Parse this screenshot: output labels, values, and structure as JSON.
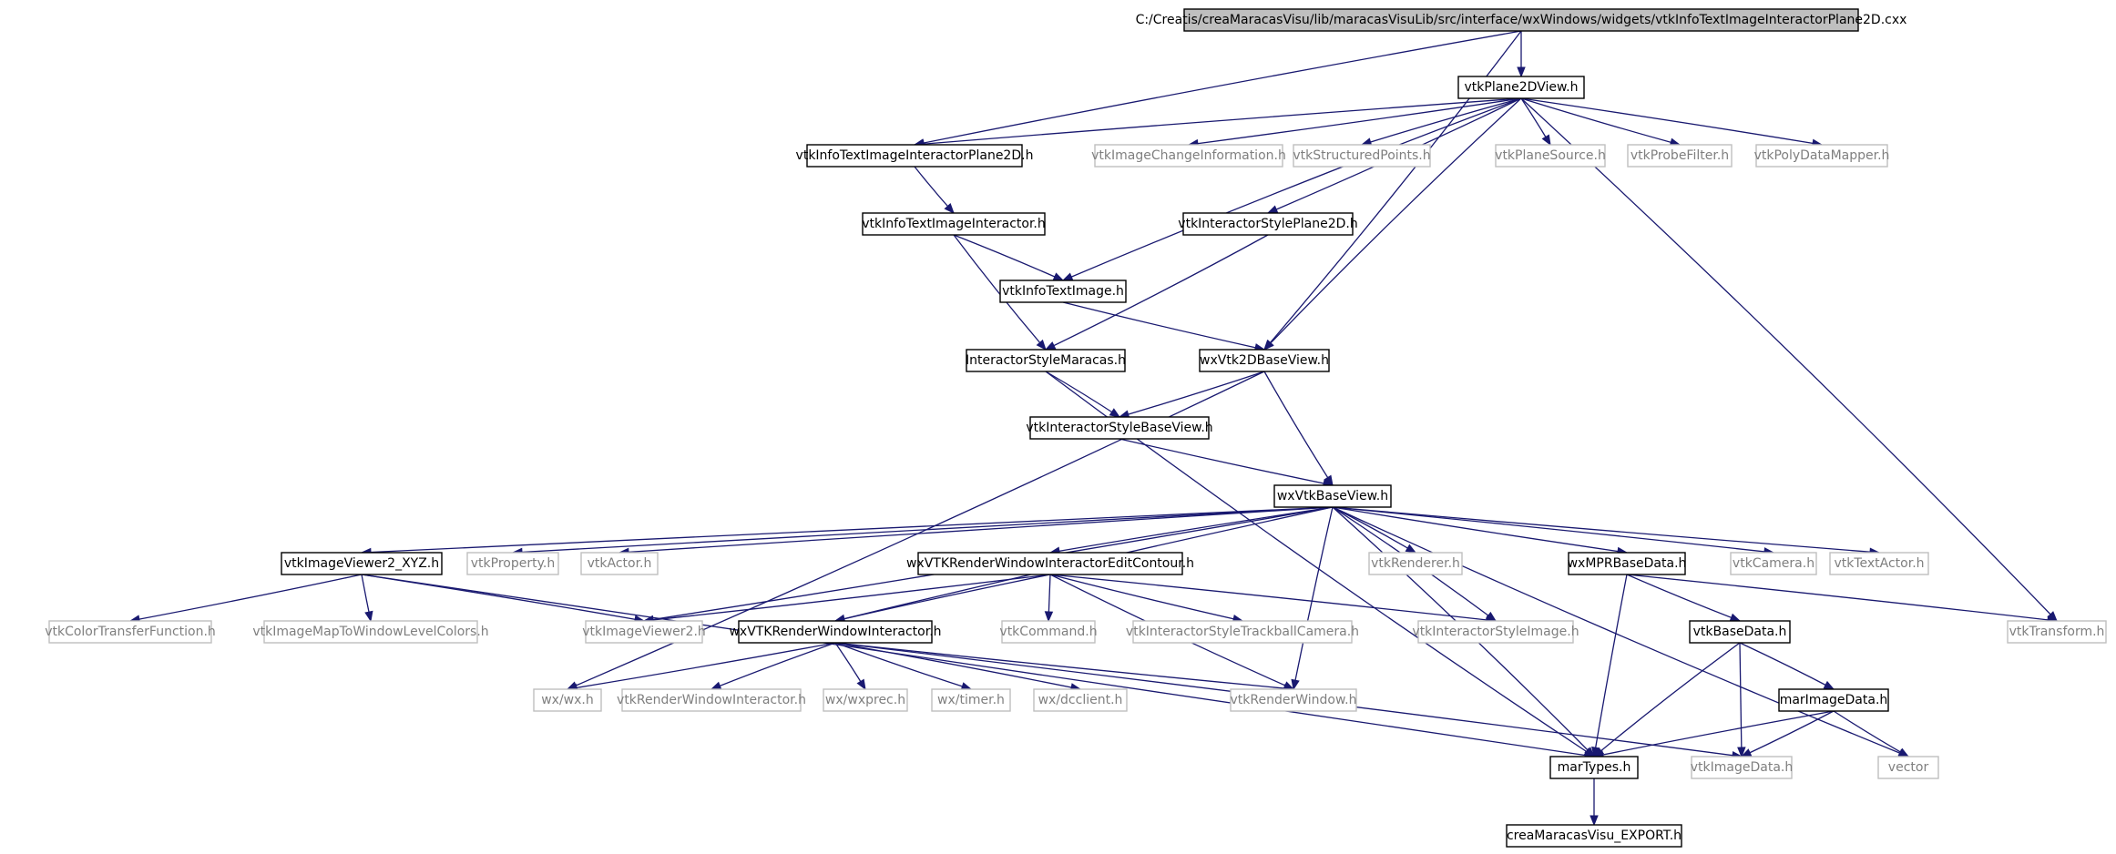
{
  "graph": {
    "colors": {
      "edge": "#191970",
      "root_fill": "#bfbfbf",
      "local_border": "#000000",
      "external_border": "#bfbfbf",
      "external_text": "#7f7f7f"
    },
    "nodes": [
      {
        "id": "root",
        "label": "C:/Creatis/creaMaracasVisu/lib/maracasVisuLib/src/interface/wxWindows/widgets/vtkInfoTextImageInteractorPlane2D.cxx",
        "kind": "root"
      },
      {
        "id": "plane2dview",
        "label": "vtkPlane2DView.h",
        "kind": "local"
      },
      {
        "id": "infotextimageinteractorplane2d",
        "label": "vtkInfoTextImageInteractorPlane2D.h",
        "kind": "local"
      },
      {
        "id": "imagechangeinformation",
        "label": "vtkImageChangeInformation.h",
        "kind": "external"
      },
      {
        "id": "structuredpoints",
        "label": "vtkStructuredPoints.h",
        "kind": "external"
      },
      {
        "id": "planesource",
        "label": "vtkPlaneSource.h",
        "kind": "external"
      },
      {
        "id": "probefilter",
        "label": "vtkProbeFilter.h",
        "kind": "external"
      },
      {
        "id": "polydatamapper",
        "label": "vtkPolyDataMapper.h",
        "kind": "external"
      },
      {
        "id": "infotextimageinteractor",
        "label": "vtkInfoTextImageInteractor.h",
        "kind": "local"
      },
      {
        "id": "interactorstyleplane2d",
        "label": "vtkInteractorStylePlane2D.h",
        "kind": "local"
      },
      {
        "id": "infotextimage",
        "label": "vtkInfoTextImage.h",
        "kind": "local"
      },
      {
        "id": "interactorstylemaracas",
        "label": "InteractorStyleMaracas.h",
        "kind": "local"
      },
      {
        "id": "wxvtk2dbaseview",
        "label": "wxVtk2DBaseView.h",
        "kind": "local"
      },
      {
        "id": "interactorstylebaseview",
        "label": "vtkInteractorStyleBaseView.h",
        "kind": "local"
      },
      {
        "id": "wxvtkbaseview",
        "label": "wxVtkBaseView.h",
        "kind": "local"
      },
      {
        "id": "imageviewer2xyz",
        "label": "vtkImageViewer2_XYZ.h",
        "kind": "local"
      },
      {
        "id": "vtkproperty",
        "label": "vtkProperty.h",
        "kind": "external"
      },
      {
        "id": "vtkactor",
        "label": "vtkActor.h",
        "kind": "external"
      },
      {
        "id": "editcontour",
        "label": "wxVTKRenderWindowInteractorEditContour.h",
        "kind": "local"
      },
      {
        "id": "vtkrenderer",
        "label": "vtkRenderer.h",
        "kind": "external"
      },
      {
        "id": "wxmprbasedata",
        "label": "wxMPRBaseData.h",
        "kind": "local"
      },
      {
        "id": "vtkcamera",
        "label": "vtkCamera.h",
        "kind": "external"
      },
      {
        "id": "vtktextactor",
        "label": "vtkTextActor.h",
        "kind": "external"
      },
      {
        "id": "colortransferfunction",
        "label": "vtkColorTransferFunction.h",
        "kind": "external"
      },
      {
        "id": "imagemaptowindowlevelcolors",
        "label": "vtkImageMapToWindowLevelColors.h",
        "kind": "external"
      },
      {
        "id": "imageviewer2",
        "label": "vtkImageViewer2.h",
        "kind": "external"
      },
      {
        "id": "wxvtkrwi",
        "label": "wxVTKRenderWindowInteractor.h",
        "kind": "local"
      },
      {
        "id": "vtkcommand",
        "label": "vtkCommand.h",
        "kind": "external"
      },
      {
        "id": "trackballcamera",
        "label": "vtkInteractorStyleTrackballCamera.h",
        "kind": "external"
      },
      {
        "id": "interactorstyleimage",
        "label": "vtkInteractorStyleImage.h",
        "kind": "external"
      },
      {
        "id": "vtkbasedata",
        "label": "vtkBaseData.h",
        "kind": "local"
      },
      {
        "id": "vtktransform",
        "label": "vtkTransform.h",
        "kind": "external"
      },
      {
        "id": "wxwx",
        "label": "wx/wx.h",
        "kind": "external"
      },
      {
        "id": "vtkrwi",
        "label": "vtkRenderWindowInteractor.h",
        "kind": "external"
      },
      {
        "id": "wxwxprec",
        "label": "wx/wxprec.h",
        "kind": "external"
      },
      {
        "id": "wxtimer",
        "label": "wx/timer.h",
        "kind": "external"
      },
      {
        "id": "wxdcclient",
        "label": "wx/dcclient.h",
        "kind": "external"
      },
      {
        "id": "vtkrenderwindow",
        "label": "vtkRenderWindow.h",
        "kind": "external"
      },
      {
        "id": "marimagedata",
        "label": "marImageData.h",
        "kind": "local"
      },
      {
        "id": "martypes",
        "label": "marTypes.h",
        "kind": "local"
      },
      {
        "id": "vtkimagedata",
        "label": "vtkImageData.h",
        "kind": "external"
      },
      {
        "id": "vector",
        "label": "vector",
        "kind": "external"
      },
      {
        "id": "export",
        "label": "creaMaracasVisu_EXPORT.h",
        "kind": "local"
      }
    ],
    "edges": [
      [
        "root",
        "plane2dview"
      ],
      [
        "root",
        "infotextimageinteractorplane2d"
      ],
      [
        "root",
        "wxvtk2dbaseview"
      ],
      [
        "plane2dview",
        "infotextimageinteractorplane2d"
      ],
      [
        "plane2dview",
        "imagechangeinformation"
      ],
      [
        "plane2dview",
        "structuredpoints"
      ],
      [
        "plane2dview",
        "planesource"
      ],
      [
        "plane2dview",
        "probefilter"
      ],
      [
        "plane2dview",
        "polydatamapper"
      ],
      [
        "plane2dview",
        "infotextimage"
      ],
      [
        "plane2dview",
        "interactorstyleplane2d"
      ],
      [
        "plane2dview",
        "wxvtk2dbaseview"
      ],
      [
        "plane2dview",
        "vtktransform"
      ],
      [
        "infotextimageinteractorplane2d",
        "infotextimageinteractor"
      ],
      [
        "infotextimageinteractor",
        "infotextimage"
      ],
      [
        "infotextimageinteractor",
        "interactorstylemaracas"
      ],
      [
        "interactorstyleplane2d",
        "interactorstylemaracas"
      ],
      [
        "infotextimage",
        "wxvtk2dbaseview"
      ],
      [
        "interactorstylemaracas",
        "interactorstylebaseview"
      ],
      [
        "interactorstylemaracas",
        "martypes"
      ],
      [
        "wxvtk2dbaseview",
        "interactorstylebaseview"
      ],
      [
        "wxvtk2dbaseview",
        "wxvtkbaseview"
      ],
      [
        "wxvtk2dbaseview",
        "wxwx"
      ],
      [
        "interactorstylebaseview",
        "wxvtkbaseview"
      ],
      [
        "wxvtkbaseview",
        "imageviewer2xyz"
      ],
      [
        "wxvtkbaseview",
        "vtkproperty"
      ],
      [
        "wxvtkbaseview",
        "vtkactor"
      ],
      [
        "wxvtkbaseview",
        "editcontour"
      ],
      [
        "wxvtkbaseview",
        "vtkrenderer"
      ],
      [
        "wxvtkbaseview",
        "wxmprbasedata"
      ],
      [
        "wxvtkbaseview",
        "vtkcamera"
      ],
      [
        "wxvtkbaseview",
        "vtktextactor"
      ],
      [
        "wxvtkbaseview",
        "imageviewer2"
      ],
      [
        "wxvtkbaseview",
        "wxvtkrwi"
      ],
      [
        "wxvtkbaseview",
        "interactorstyleimage"
      ],
      [
        "wxvtkbaseview",
        "vtkrenderwindow"
      ],
      [
        "wxvtkbaseview",
        "martypes"
      ],
      [
        "wxvtkbaseview",
        "vector"
      ],
      [
        "imageviewer2xyz",
        "colortransferfunction"
      ],
      [
        "imageviewer2xyz",
        "imagemaptowindowlevelcolors"
      ],
      [
        "imageviewer2xyz",
        "imageviewer2"
      ],
      [
        "imageviewer2xyz",
        "martypes"
      ],
      [
        "editcontour",
        "imageviewer2"
      ],
      [
        "editcontour",
        "wxvtkrwi"
      ],
      [
        "editcontour",
        "vtkcommand"
      ],
      [
        "editcontour",
        "trackballcamera"
      ],
      [
        "editcontour",
        "interactorstyleimage"
      ],
      [
        "editcontour",
        "vtkrenderwindow"
      ],
      [
        "wxvtkrwi",
        "wxwx"
      ],
      [
        "wxvtkrwi",
        "vtkrwi"
      ],
      [
        "wxvtkrwi",
        "wxwxprec"
      ],
      [
        "wxvtkrwi",
        "wxtimer"
      ],
      [
        "wxvtkrwi",
        "wxdcclient"
      ],
      [
        "wxvtkrwi",
        "vtkrenderwindow"
      ],
      [
        "wxvtkrwi",
        "vtkimagedata"
      ],
      [
        "wxmprbasedata",
        "vtkbasedata"
      ],
      [
        "wxmprbasedata",
        "vtktransform"
      ],
      [
        "wxmprbasedata",
        "martypes"
      ],
      [
        "vtkbasedata",
        "marimagedata"
      ],
      [
        "vtkbasedata",
        "martypes"
      ],
      [
        "vtkbasedata",
        "vtkimagedata"
      ],
      [
        "marimagedata",
        "martypes"
      ],
      [
        "marimagedata",
        "vtkimagedata"
      ],
      [
        "marimagedata",
        "vector"
      ],
      [
        "martypes",
        "export"
      ]
    ]
  }
}
